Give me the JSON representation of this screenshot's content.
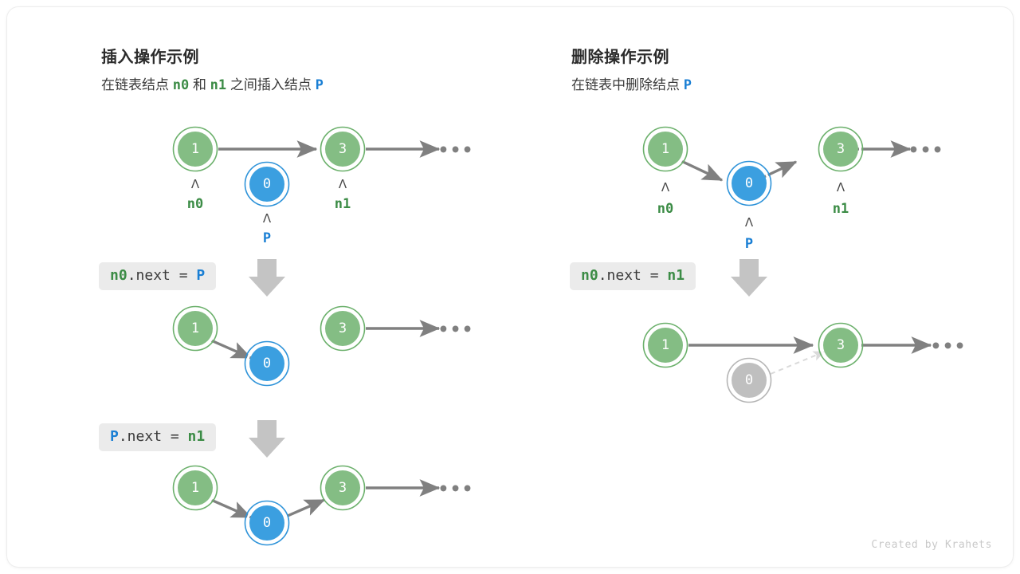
{
  "credit": "Created by Krahets",
  "panels": {
    "insert": {
      "title": "插入操作示例",
      "subtitle_parts": [
        {
          "text": "在链表结点 ",
          "style": "plain"
        },
        {
          "text": "n0",
          "style": "green"
        },
        {
          "text": " 和 ",
          "style": "plain"
        },
        {
          "text": "n1",
          "style": "green"
        },
        {
          "text": " 之间插入结点 ",
          "style": "plain"
        },
        {
          "text": "P",
          "style": "blue"
        }
      ],
      "steps": [
        {
          "code_parts": [
            {
              "text": "n0",
              "style": "green"
            },
            {
              "text": ".next = ",
              "style": "plain"
            },
            {
              "text": "P",
              "style": "blue"
            }
          ]
        },
        {
          "code_parts": [
            {
              "text": "P",
              "style": "blue"
            },
            {
              "text": ".next = ",
              "style": "plain"
            },
            {
              "text": "n1",
              "style": "green"
            }
          ]
        }
      ],
      "rows": [
        {
          "nodes": [
            {
              "value": "1",
              "color": "green",
              "pointer": "n0"
            },
            {
              "value": "0",
              "color": "blue",
              "pointer": "P"
            },
            {
              "value": "3",
              "color": "green",
              "pointer": "n1"
            }
          ],
          "ellipsis": "•••"
        },
        {
          "nodes": [
            {
              "value": "1",
              "color": "green",
              "pointer": ""
            },
            {
              "value": "0",
              "color": "blue",
              "pointer": ""
            },
            {
              "value": "3",
              "color": "green",
              "pointer": ""
            }
          ],
          "ellipsis": "•••"
        },
        {
          "nodes": [
            {
              "value": "1",
              "color": "green",
              "pointer": ""
            },
            {
              "value": "0",
              "color": "blue",
              "pointer": ""
            },
            {
              "value": "3",
              "color": "green",
              "pointer": ""
            }
          ],
          "ellipsis": "•••"
        }
      ]
    },
    "delete": {
      "title": "删除操作示例",
      "subtitle_parts": [
        {
          "text": "在链表中删除结点 ",
          "style": "plain"
        },
        {
          "text": "P",
          "style": "blue"
        }
      ],
      "steps": [
        {
          "code_parts": [
            {
              "text": "n0",
              "style": "green"
            },
            {
              "text": ".next = ",
              "style": "plain"
            },
            {
              "text": "n1",
              "style": "green"
            }
          ]
        }
      ],
      "rows": [
        {
          "nodes": [
            {
              "value": "1",
              "color": "green",
              "pointer": "n0"
            },
            {
              "value": "0",
              "color": "blue",
              "pointer": "P"
            },
            {
              "value": "3",
              "color": "green",
              "pointer": "n1"
            }
          ],
          "ellipsis": "•••"
        },
        {
          "nodes": [
            {
              "value": "1",
              "color": "green",
              "pointer": ""
            },
            {
              "value": "0",
              "color": "gray",
              "pointer": ""
            },
            {
              "value": "3",
              "color": "green",
              "pointer": ""
            }
          ],
          "ellipsis": "•••"
        }
      ]
    }
  },
  "colors": {
    "green_fill": "#84bd84",
    "green_stroke": "#6bb06b",
    "blue_fill": "#3b9fe0",
    "blue_stroke": "#2e93d9",
    "gray_fill": "#bfbfbf",
    "gray_stroke": "#b5b5b5",
    "arrow": "#808080",
    "arrow_faded": "#d8d8d8",
    "code_bg": "#ebebeb",
    "label_green": "#3c8c46",
    "label_blue": "#1a7fd4"
  }
}
